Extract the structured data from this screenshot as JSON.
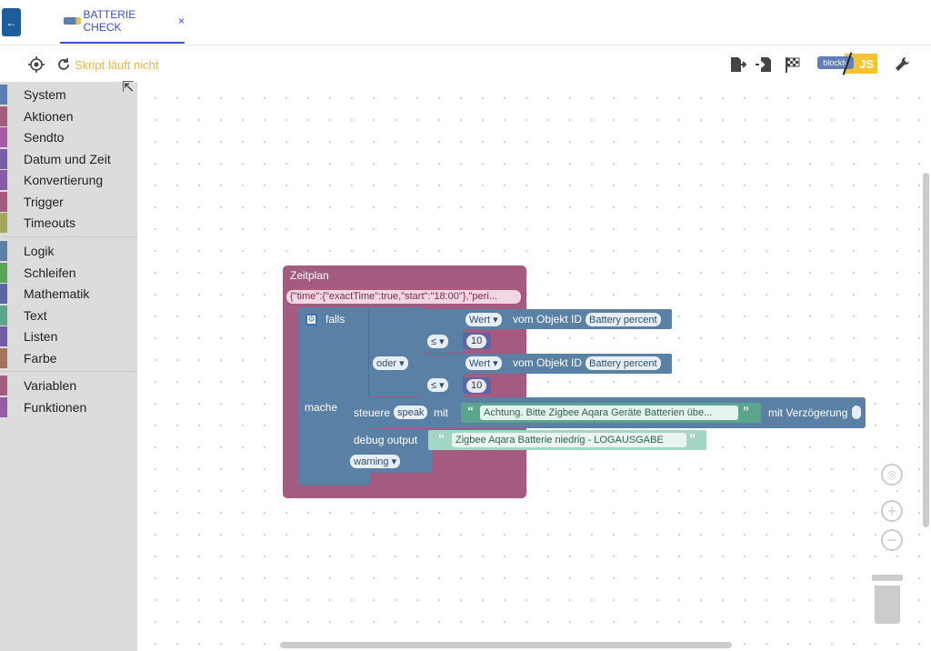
{
  "tab": {
    "title": "BATTERIE CHECK",
    "close": "×",
    "back": "←"
  },
  "toolbar": {
    "status": "Skript läuft nicht",
    "blockly": "blockly",
    "js": "JS"
  },
  "sidebar": {
    "groups": [
      [
        {
          "label": "System",
          "color": "#5a7fb5"
        },
        {
          "label": "Aktionen",
          "color": "#a55b80"
        },
        {
          "label": "Sendto",
          "color": "#a55ba5"
        },
        {
          "label": "Datum und Zeit",
          "color": "#7a5ba5"
        },
        {
          "label": "Konvertierung",
          "color": "#8a5ba5"
        },
        {
          "label": "Trigger",
          "color": "#a55b80"
        },
        {
          "label": "Timeouts",
          "color": "#a5a55b"
        }
      ],
      [
        {
          "label": "Logik",
          "color": "#5b80a5"
        },
        {
          "label": "Schleifen",
          "color": "#5ba55b"
        },
        {
          "label": "Mathematik",
          "color": "#5b67a5"
        },
        {
          "label": "Text",
          "color": "#5ba58c"
        },
        {
          "label": "Listen",
          "color": "#745ba5"
        },
        {
          "label": "Farbe",
          "color": "#a5745b"
        }
      ],
      [
        {
          "label": "Variablen",
          "color": "#a55b80"
        },
        {
          "label": "Funktionen",
          "color": "#995ba5"
        }
      ]
    ]
  },
  "blocks": {
    "schedule_title": "Zeitplan",
    "schedule_value": "{\"time\":{\"exactTime\":true,\"start\":\"18:00\"},\"peri...",
    "if_label": "falls",
    "do_label": "mache",
    "or_label": "oder",
    "cmp1": "≤",
    "cmp2": "≤",
    "num1": "10",
    "num2": "10",
    "wert1": "Wert",
    "wert2": "Wert",
    "from_obj": "vom Objekt ID",
    "obj1": "Battery percent",
    "obj2": "Battery percent",
    "control": "steuere",
    "speak": "speak",
    "with": "mit",
    "speak_text": "Achtung. Bitte Zigbee Aqara Geräte Batterien übe...",
    "delay": "mit Verzögerung",
    "debug": "debug output",
    "debug_text": "Zigbee Aqara Batterie niedrig - LOGAUSGABE",
    "level": "warning"
  }
}
